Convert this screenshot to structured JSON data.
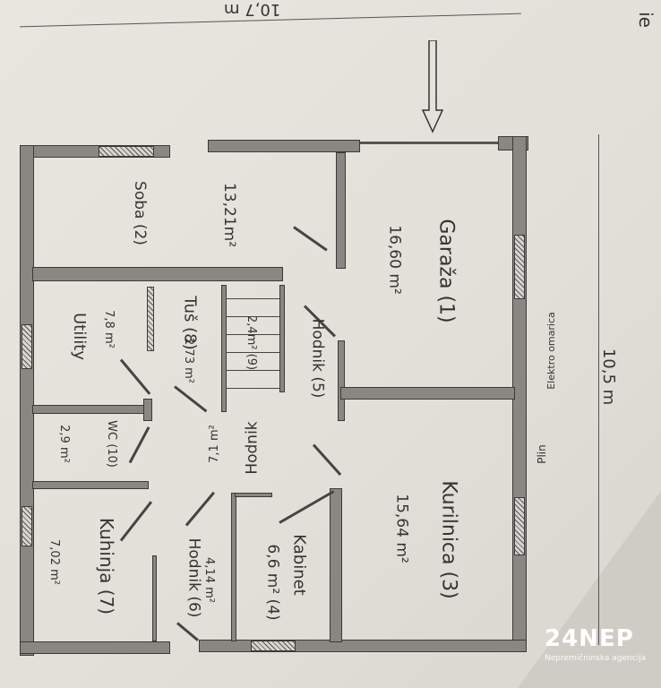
{
  "dimensions": {
    "width_label": "10,7 m",
    "height_label": "10,5 m"
  },
  "corner_text": "ie",
  "rooms": [
    {
      "name": "Garaža (1)",
      "area": "16,60 m²"
    },
    {
      "name": "Soba (2)",
      "area": "13,21m²"
    },
    {
      "name": "Kurilnica (3)",
      "area": "15,64 m²"
    },
    {
      "name": "Kabinet",
      "area": "6,6 m² (4)"
    },
    {
      "name": "Hodnik (5)"
    },
    {
      "name": "Hodnik (6)",
      "area": "4,14 m²"
    },
    {
      "name": "Kuhinja (7)",
      "area": "7,02 m²"
    },
    {
      "name": "Tuš (8)",
      "area": "2,73 m²"
    },
    {
      "name": "2,4m² (9)"
    },
    {
      "name": "WC (10)",
      "area": "2,9 m²"
    },
    {
      "name": "Utility",
      "area": "7,8 m²"
    },
    {
      "name": "Hodnik",
      "area": "7,1 m²"
    }
  ],
  "annotations": {
    "elektro": "Elektro omarica",
    "plin": "Plin"
  },
  "logo": {
    "brand": "24NEP",
    "tagline": "Nepremičninska agencija"
  }
}
